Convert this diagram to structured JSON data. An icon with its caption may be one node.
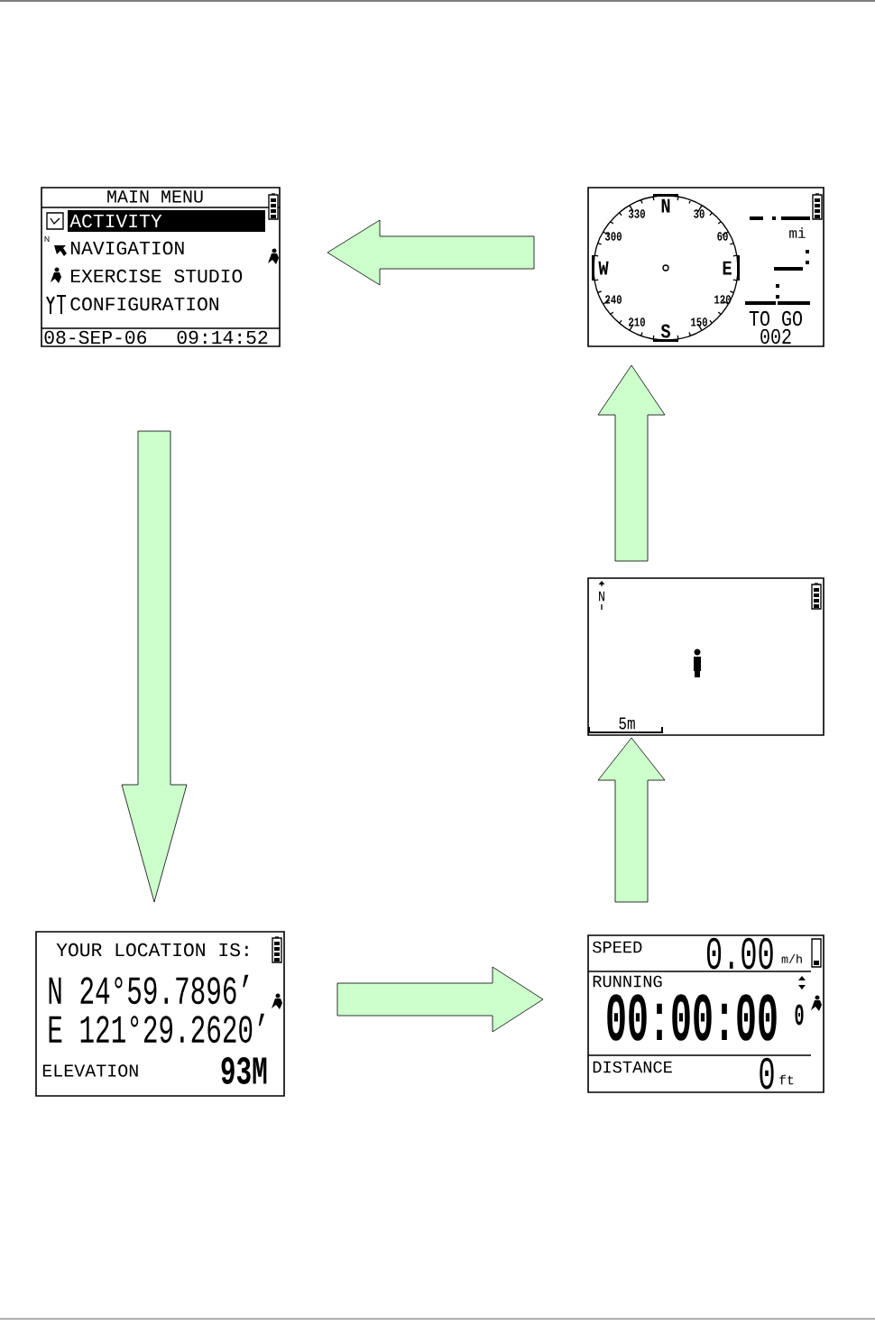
{
  "diagram": {
    "nodes": [
      {
        "text": [
          "MAIN MENU",
          "ACTIVITY",
          "NAVIGATION",
          "EXERCISE STUDIO",
          "CONFIGURATION",
          "08-SEP-06",
          "09:14:52"
        ]
      },
      {
        "text": [
          "N",
          "30",
          "60",
          "E",
          "120",
          "150",
          "S",
          "210",
          "240",
          "W",
          "300",
          "330",
          "mi",
          "TO GO",
          "002"
        ]
      },
      {
        "text": [
          "N",
          "5m"
        ]
      },
      {
        "text": [
          "YOUR LOCATION IS:",
          "N 24°59.7896’",
          "E 121°29.2620’",
          "ELEVATION",
          "93M"
        ]
      },
      {
        "text": [
          "SPEED",
          "0.00",
          "m/h",
          "RUNNING",
          "00:00:00",
          "0",
          "DISTANCE",
          "0",
          "ft"
        ]
      }
    ],
    "edges": [
      {
        "from": 1,
        "to": 0,
        "arrow": "to"
      },
      {
        "from": 0,
        "to": 3,
        "arrow": "to"
      },
      {
        "from": 3,
        "to": 4,
        "arrow": "to"
      },
      {
        "from": 4,
        "to": 2,
        "arrow": "to"
      },
      {
        "from": 2,
        "to": 1,
        "arrow": "to"
      }
    ]
  }
}
